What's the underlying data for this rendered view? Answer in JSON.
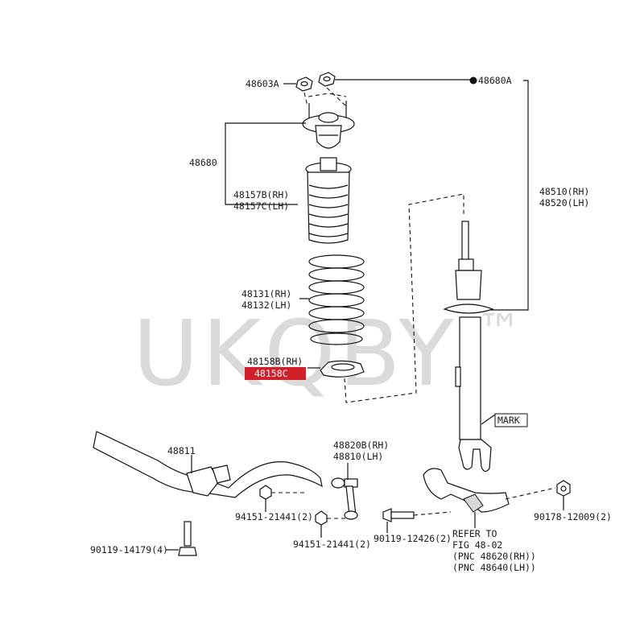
{
  "watermark": {
    "text": "UKQBY",
    "mark": "™"
  },
  "highlight_color": "#d0202a",
  "labels": {
    "p48603A": "48603A",
    "p48680A": "48680A",
    "p48680": "48680",
    "p48157B": "48157B(RH)",
    "p48157C": "48157C(LH)",
    "p48131": "48131(RH)",
    "p48132": "48132(LH)",
    "p48158B": "48158B(RH)",
    "p48158C": "48158C",
    "p48510": "48510(RH)",
    "p48520": "48520(LH)",
    "mark": "MARK",
    "p48811": "48811",
    "p48820B": "48820B(RH)",
    "p48810": "48810(LH)",
    "p94151a": "94151-21441(2)",
    "p94151b": "94151-21441(2)",
    "p90119a": "90119-14179(4)",
    "p90119b": "90119-12426(2)",
    "p90178": "90178-12009(2)",
    "refer1": "REFER TO",
    "refer2": "FIG 48-02",
    "refer3": "(PNC 48620(RH))",
    "refer4": "(PNC 48640(LH))"
  }
}
